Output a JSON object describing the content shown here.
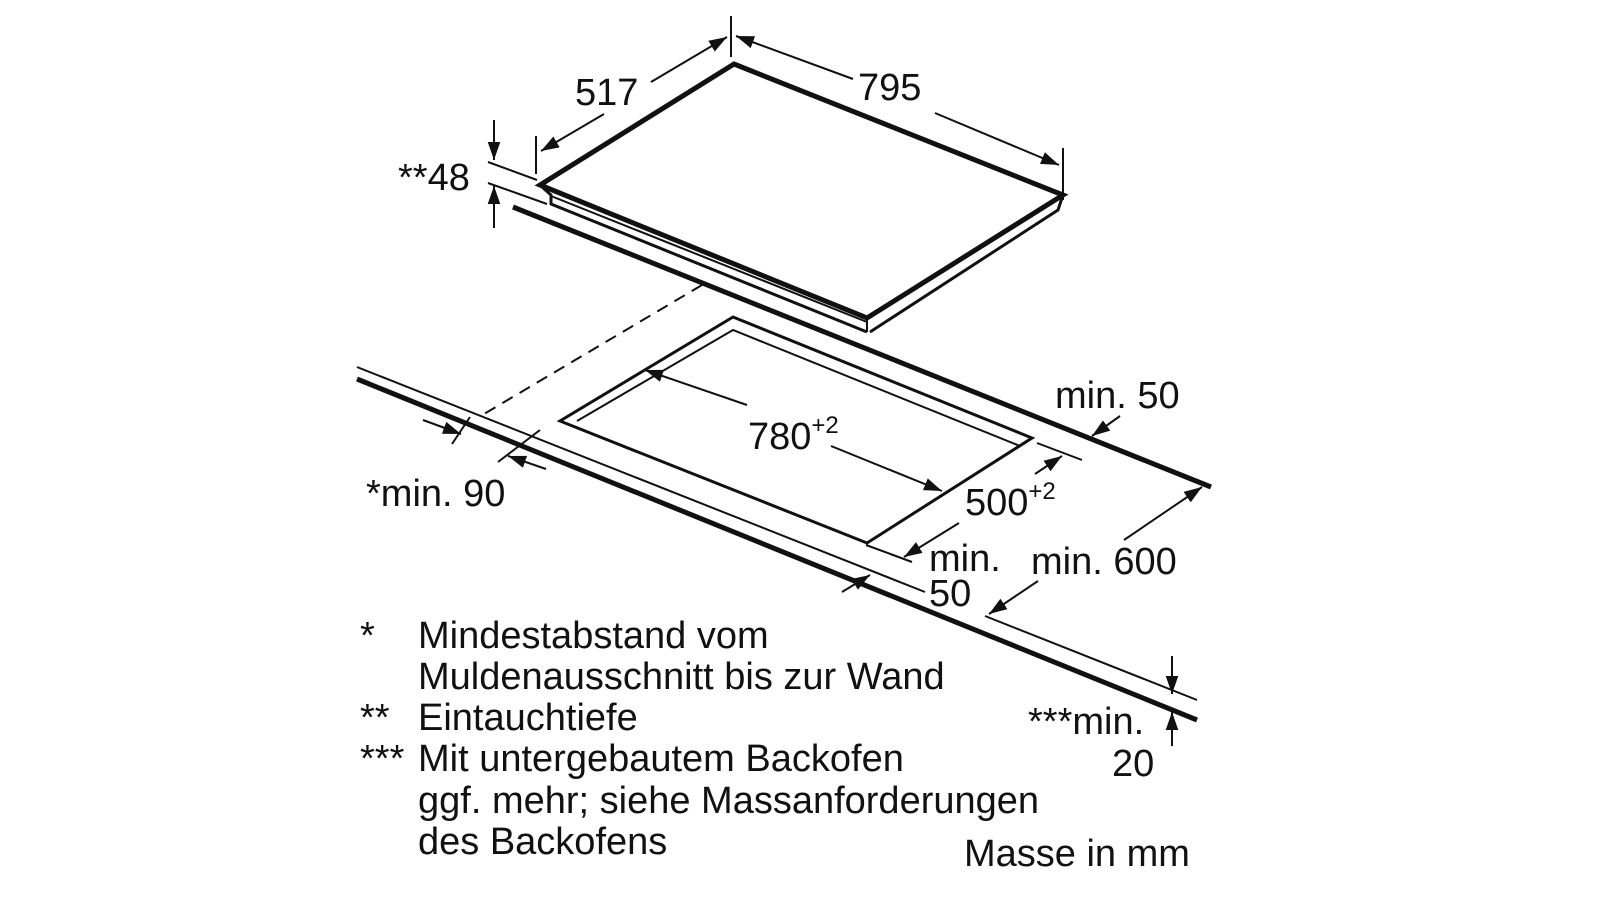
{
  "dimensions": {
    "depth": "517",
    "width": "795",
    "immersion_depth": "**48",
    "cutout_width": "780",
    "cutout_width_tolerance": "+2",
    "cutout_depth": "500",
    "cutout_depth_tolerance": "+2",
    "min_back": "min. 50",
    "min_wall": "*min. 90",
    "min_front_line1": "min.",
    "min_front_line2": "50",
    "min_counter": "min. 600",
    "min_oven_line1": "***min.",
    "min_oven_line2": "20"
  },
  "legend": [
    {
      "marker": "*",
      "lines": [
        "Mindestabstand vom",
        "Muldenausschnitt bis zur Wand"
      ]
    },
    {
      "marker": "**",
      "lines": [
        "Eintauchtiefe"
      ]
    },
    {
      "marker": "***",
      "lines": [
        "Mit untergebautem Backofen",
        "ggf. mehr; siehe Massanforderungen",
        "des Backofens"
      ]
    }
  ],
  "units_note": "Masse in mm"
}
